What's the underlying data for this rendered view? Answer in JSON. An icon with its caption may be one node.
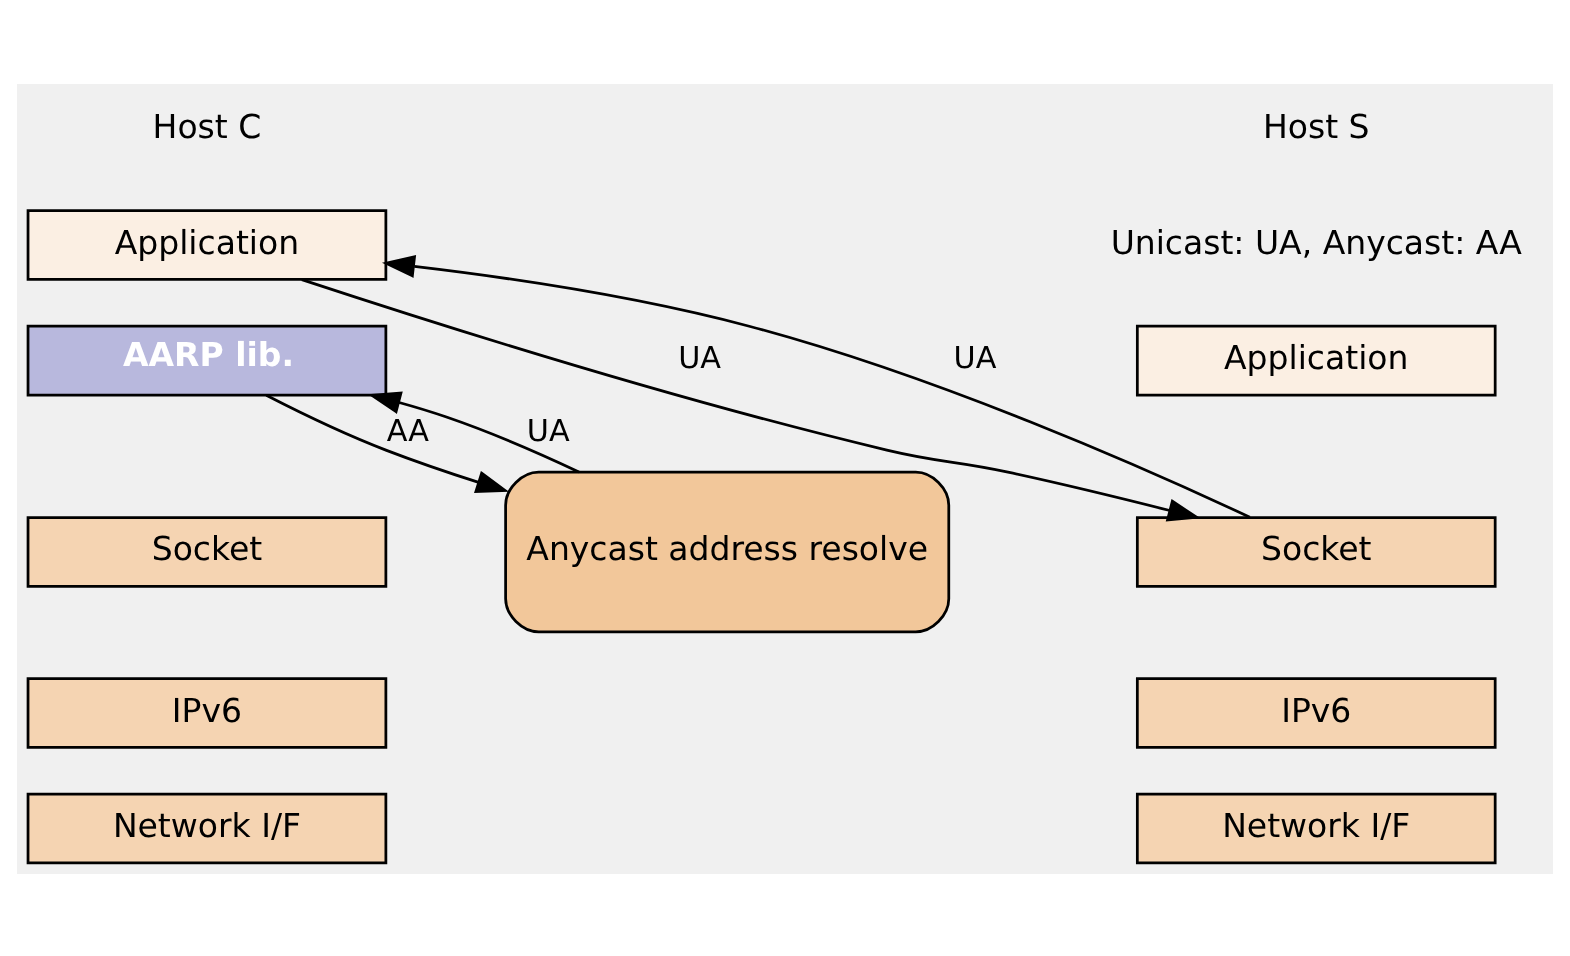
{
  "diagram": {
    "nodes": [
      {
        "text": [
          "Application"
        ]
      },
      {
        "text": [
          "AARP lib."
        ]
      },
      {
        "text": [
          "Socket"
        ]
      },
      {
        "text": [
          "IPv6"
        ]
      },
      {
        "text": [
          "Network I/F"
        ]
      },
      {
        "text": [
          "Anycast address resolve"
        ]
      },
      {
        "text": [
          "Application"
        ]
      },
      {
        "text": [
          "Socket"
        ]
      },
      {
        "text": [
          "IPv6"
        ]
      },
      {
        "text": [
          "Network I/F"
        ]
      }
    ],
    "edges": [
      {
        "from": 1,
        "to": 5,
        "arrow": "to",
        "label": "AA"
      },
      {
        "from": 5,
        "to": 1,
        "arrow": "to",
        "label": "UA"
      },
      {
        "from": 0,
        "to": 7,
        "arrow": "to",
        "label": "UA"
      },
      {
        "from": 7,
        "to": 0,
        "arrow": "to",
        "label": "UA"
      }
    ],
    "labels": [
      "Host C",
      "Host S",
      "Unicast: UA, Anycast: AA"
    ]
  }
}
